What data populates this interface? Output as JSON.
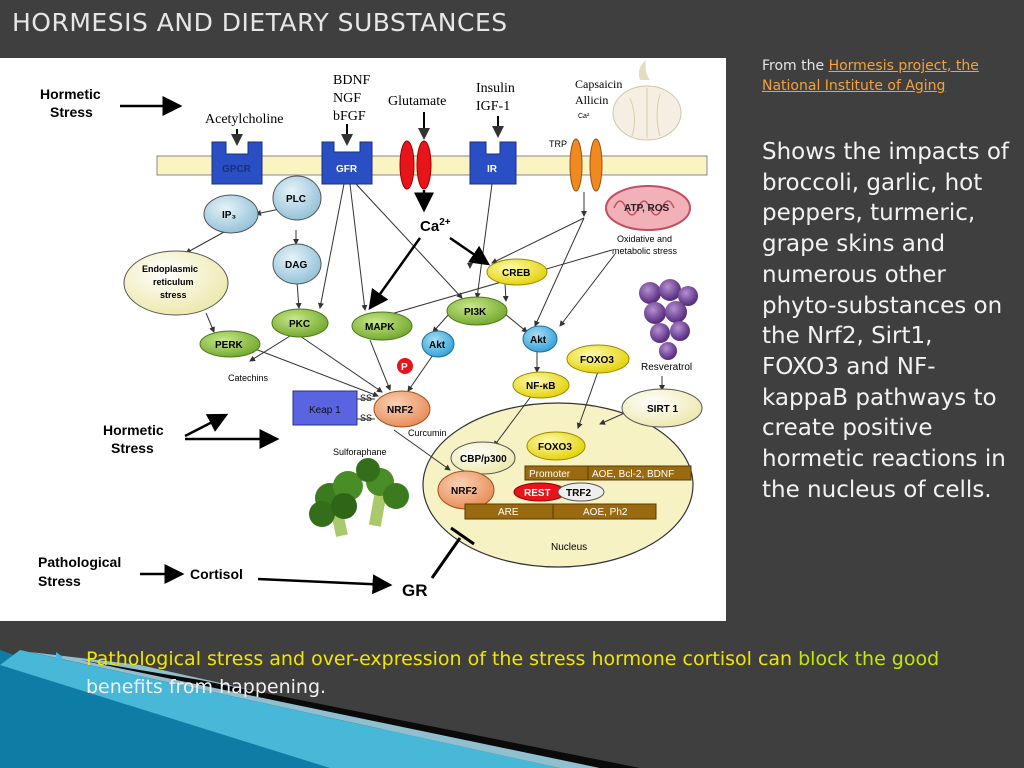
{
  "slide": {
    "title": "HORMESIS AND DIETARY SUBSTANCES",
    "source_prefix": "From the ",
    "source_link": "Hormesis project, the National Institute of Aging",
    "description": "Shows the impacts of broccoli, garlic, hot peppers, turmeric, grape skins and numerous other phyto-substances on the Nrf2, Sirt1, FOXO3 and NF-kappaB pathways to create positive hormetic reactions in the nucleus of cells.",
    "bullet_part1": "Pathological stress and over-expression of the stress hormone cortisol can ",
    "bullet_part2": "block the good",
    "bullet_part3": " benefits from happening."
  },
  "diagram": {
    "hormetic_stress_top": [
      "Hormetic",
      "Stress"
    ],
    "hormetic_stress_mid": [
      "Hormetic",
      "Stress"
    ],
    "pathological_stress": [
      "Pathological",
      "Stress"
    ],
    "cortisol": "Cortisol",
    "gr": "GR",
    "acetylcholine": "Acetylcholine",
    "bdnf": "BDNF",
    "ngf": "NGF",
    "bfgf": "bFGF",
    "glutamate": "Glutamate",
    "insulin": "Insulin",
    "igf1": "IGF-1",
    "capsaicin": "Capsaicin",
    "allicin": "Allicin",
    "ca_small": "Ca²",
    "trp": "TRP",
    "gpcr": "GPCR",
    "gfr": "GFR",
    "ir": "IR",
    "ca2": "Ca",
    "ca2_sup": "2+",
    "ip3": "IP₃",
    "plc": "PLC",
    "dag": "DAG",
    "er_stress": [
      "Endoplasmic",
      "reticulum",
      "stress"
    ],
    "perk": "PERK",
    "pkc": "PKC",
    "mapk": "MAPK",
    "pi3k": "PI3K",
    "creb": "CREB",
    "akt1": "Akt",
    "akt2": "Akt",
    "p": "P",
    "foxo3_cyto": "FOXO3",
    "nfkb": "NF-κB",
    "atp_ros": "ATP, ROS",
    "oxidative": [
      "Oxidative and",
      "metabolic stress"
    ],
    "resveratrol": "Resveratrol",
    "sirt1": "SIRT 1",
    "catechins": "Catechins",
    "keap1": "Keap 1",
    "ss1": "SS",
    "ss2": "SS",
    "nrf2_cyto": "NRF2",
    "curcumin": "Curcumin",
    "sulforaphane": "Sulforaphane",
    "cbp": "CBP/p300",
    "foxo3_nuc": "FOXO3",
    "promoter": "Promoter",
    "aoe_bcl": "AOE, Bcl-2, BDNF",
    "rest": "REST",
    "trf2": "TRF2",
    "nrf2_nuc": "NRF2",
    "are": "ARE",
    "aoe_ph2": "AOE, Ph2",
    "nucleus": "Nucleus"
  },
  "colors": {
    "background": "#3f3f3f",
    "accent_blue": "#41b6e6",
    "link_orange": "#f3a23c",
    "highlight_yellow": "#f2e600",
    "receptor_blue": "#2a4fc4",
    "node_green": "#8cc63f",
    "node_yellow": "#f5e600",
    "node_lightblue": "#a9d3e6",
    "nucleus_fill": "#f7f2c4"
  }
}
